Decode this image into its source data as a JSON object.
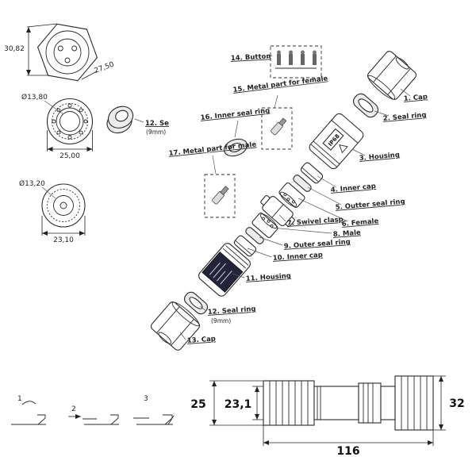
{
  "diagram": {
    "kind": "waterproof-connector-exploded-technical-drawing",
    "line_color": "#2a2a2a",
    "background": "#ffffff",
    "dark_label_color": "#23233a"
  },
  "detail_views": {
    "hex_end_view": {
      "width_across_corners": "30,82",
      "width_across_flats": "27,50"
    },
    "female_face_view": {
      "pin_diameter": "Ø13,80",
      "outer_width": "25,00"
    },
    "male_face_view": {
      "pin_diameter": "Ø13,20",
      "outer_width": "23,10"
    },
    "seal_ring_detail": {
      "label": "12. Se",
      "size": "(9mm)"
    }
  },
  "exploded_parts": [
    {
      "id": "1",
      "label": "1. Cap"
    },
    {
      "id": "2",
      "label": "2. Seal ring"
    },
    {
      "id": "3",
      "label": "3. Housing"
    },
    {
      "id": "4",
      "label": "4. Inner cap"
    },
    {
      "id": "5",
      "label": "5. Outter seal ring"
    },
    {
      "id": "6",
      "label": "6. Female"
    },
    {
      "id": "7",
      "label": "7. Swivel clasp"
    },
    {
      "id": "8",
      "label": "8. Male"
    },
    {
      "id": "9",
      "label": "9. Outer seal ring"
    },
    {
      "id": "10",
      "label": "10. Inner cap"
    },
    {
      "id": "11",
      "label": "11. Housing"
    },
    {
      "id": "12",
      "label": "12. Seal ring",
      "size": "(9mm)"
    },
    {
      "id": "13",
      "label": "13. Cap"
    },
    {
      "id": "14",
      "label": "14. Button"
    },
    {
      "id": "15",
      "label": "15. Metal part for female"
    },
    {
      "id": "16",
      "label": "16. Inner seal ring"
    },
    {
      "id": "17",
      "label": "17. Metal part for male"
    }
  ],
  "markings": {
    "housing_rating": "IP68"
  },
  "assembled_view": {
    "height_left": "25",
    "height_inner": "23,1",
    "height_right": "32",
    "overall_length": "116"
  },
  "assembly_steps": [
    {
      "num": "1"
    },
    {
      "num": "2"
    },
    {
      "num": "3"
    }
  ]
}
